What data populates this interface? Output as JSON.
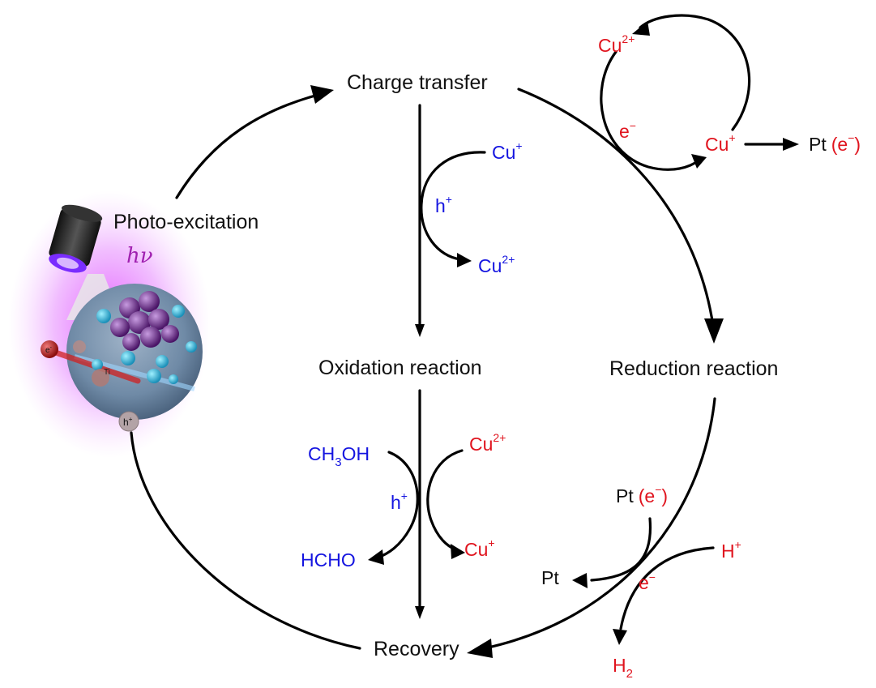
{
  "nodes": {
    "charge_transfer": "Charge transfer",
    "photo_excitation": "Photo-excitation",
    "oxidation": "Oxidation reaction",
    "reduction": "Reduction reaction",
    "recovery": "Recovery"
  },
  "hv": "hν",
  "illustration": {
    "electron": "e",
    "electron_charge": "-",
    "ti": "Ti",
    "hole": "h",
    "hole_charge": "+"
  },
  "labels": {
    "cu": "Cu",
    "sup_2plus": "2+",
    "sup_plus": "+",
    "sup_minus": "−",
    "h": "h",
    "e": "e",
    "pt": "Pt",
    "pt_open": "(e",
    "pt_close": ")",
    "ch3oh_a": "CH",
    "ch3oh_sub": "3",
    "ch3oh_b": "OH",
    "hcho": "HCHO",
    "h2_base": "H",
    "h2_sub": "2",
    "h_ion": "H"
  },
  "colors": {
    "oxidation_species": "#1515e0",
    "reduction_species": "#e0141e",
    "arrows": "#000000",
    "uv_glow": "#d633ff",
    "hv_text": "#a020b0"
  }
}
